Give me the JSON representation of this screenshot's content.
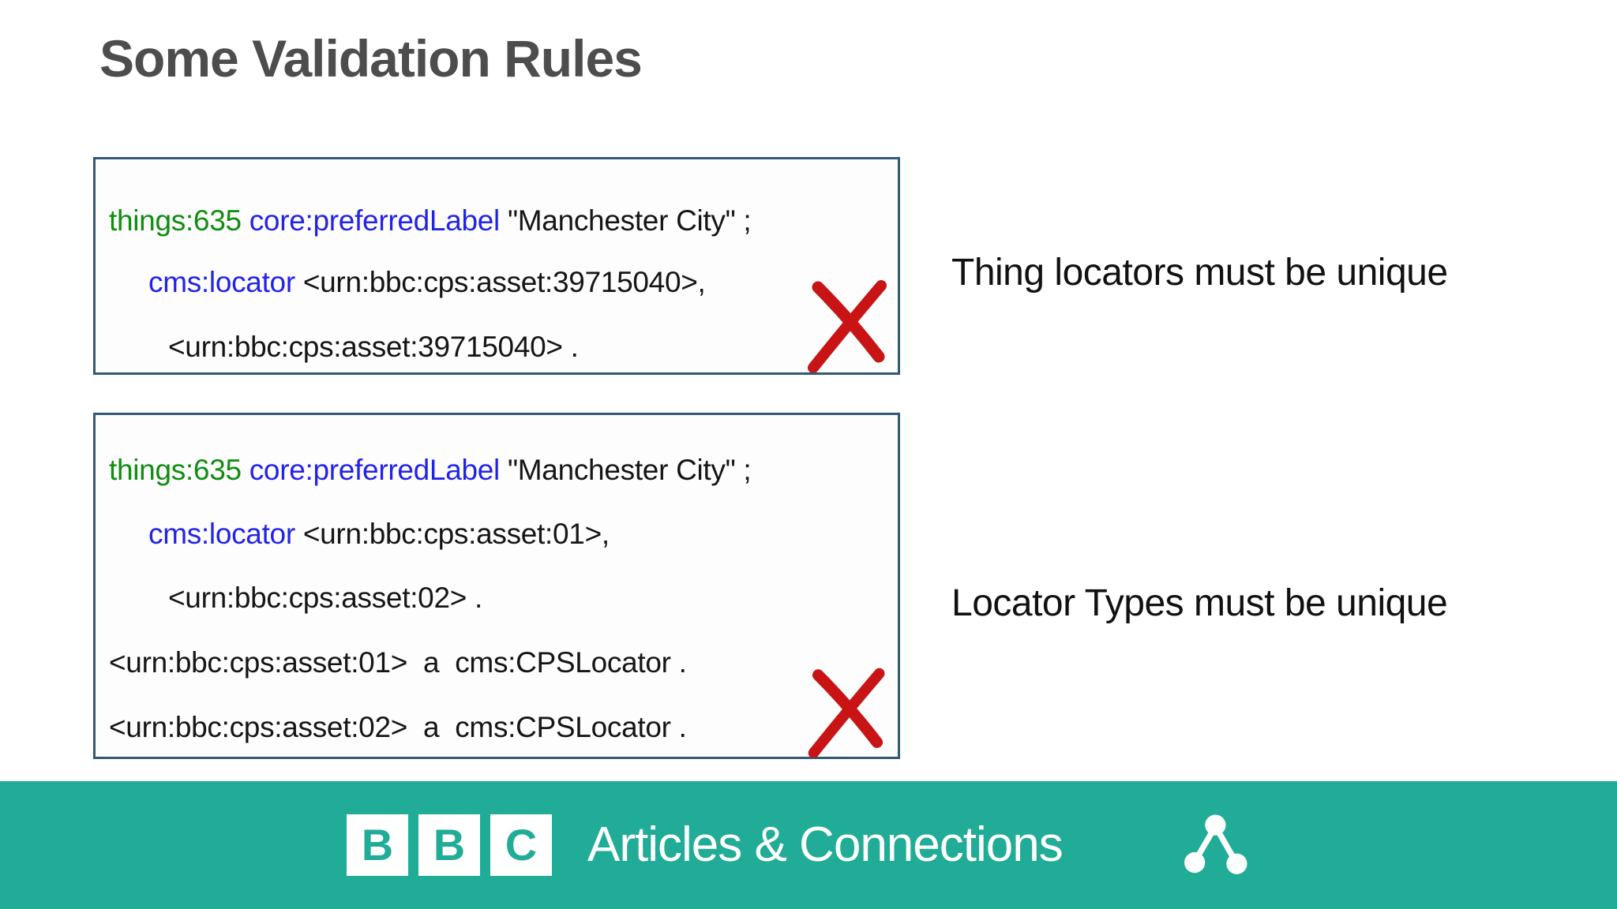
{
  "title": "Some Validation Rules",
  "colors": {
    "teal_footer": "#21ac97",
    "box_border": "#315a72",
    "token_green": "#0e8e0e",
    "token_blue": "#2323e6",
    "token_black": "#151515",
    "red_x": "#c81414",
    "title_gray": "#4d4d4d"
  },
  "examples": [
    {
      "annotation": "Thing locators must be unique",
      "status_icon": "red-x-icon",
      "lines": [
        {
          "indent": 0,
          "segments": [
            {
              "color": "#0e8e0e",
              "text": "things:635 "
            },
            {
              "color": "#2323e6",
              "text": "core:preferredLabel"
            },
            {
              "color": "#151515",
              "text": " \"Manchester City\" ;"
            }
          ]
        },
        {
          "indent": 1,
          "segments": [
            {
              "color": "#2323e6",
              "text": "cms:locator"
            },
            {
              "color": "#151515",
              "text": " <urn:bbc:cps:asset:39715040>,"
            }
          ]
        },
        {
          "indent": 2,
          "segments": [
            {
              "color": "#151515",
              "text": "<urn:bbc:cps:asset:39715040> ."
            }
          ]
        }
      ]
    },
    {
      "annotation": "Locator Types must be unique",
      "status_icon": "red-x-icon",
      "lines": [
        {
          "indent": 0,
          "segments": [
            {
              "color": "#0e8e0e",
              "text": "things:635 "
            },
            {
              "color": "#2323e6",
              "text": "core:preferredLabel"
            },
            {
              "color": "#151515",
              "text": " \"Manchester City\" ;"
            }
          ]
        },
        {
          "indent": 1,
          "segments": [
            {
              "color": "#2323e6",
              "text": "cms:locator"
            },
            {
              "color": "#151515",
              "text": " <urn:bbc:cps:asset:01>,"
            }
          ]
        },
        {
          "indent": 2,
          "segments": [
            {
              "color": "#151515",
              "text": "<urn:bbc:cps:asset:02> ."
            }
          ]
        },
        {
          "indent": 0,
          "segments": [
            {
              "color": "#151515",
              "text": "<urn:bbc:cps:asset:01>  a  cms:CPSLocator ."
            }
          ]
        },
        {
          "indent": 0,
          "segments": [
            {
              "color": "#151515",
              "text": "<urn:bbc:cps:asset:02>  a  cms:CPSLocator ."
            }
          ]
        }
      ]
    }
  ],
  "footer": {
    "logo_blocks": [
      "B",
      "B",
      "C"
    ],
    "label": "Articles & Connections",
    "icon": "connections-graph-icon"
  }
}
